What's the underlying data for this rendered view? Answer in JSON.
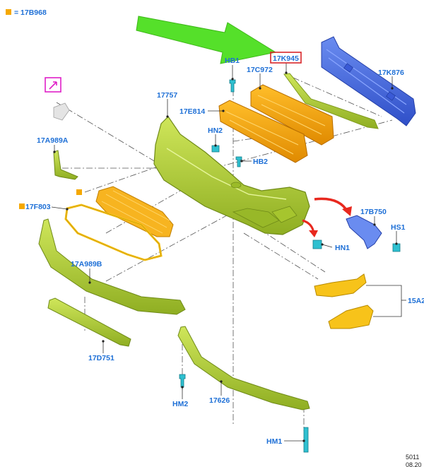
{
  "legend": {
    "swatch_color": "#f5a800",
    "text": "= 17B968"
  },
  "labels": {
    "hb1": "HB1",
    "c972": "17C972",
    "k945": "17K945",
    "k876": "17K876",
    "p17757": "17757",
    "e814": "17E814",
    "hn2": "HN2",
    "hb2": "HB2",
    "a989a": "17A989A",
    "f803": "17F803",
    "b750": "17B750",
    "hs1": "HS1",
    "hn1": "HN1",
    "a989b": "17A989B",
    "a15": "15A2",
    "d751": "17D751",
    "hm2": "HM2",
    "p17626": "17626",
    "hm1": "HM1"
  },
  "corner": {
    "line1": "5011",
    "line2": "08.20"
  },
  "colors": {
    "label_blue": "#1d6fd6",
    "part_green": "#b5d334",
    "part_green_dark": "#7f9a1e",
    "part_orange": "#f5a800",
    "part_yellow": "#f7c31a",
    "part_blue": "#4a6fe0",
    "clip_cyan": "#2fc0d0",
    "arrow_green": "#55e02a",
    "arrow_red": "#e8281e",
    "highlight_red": "#d8262a",
    "highlight_magenta": "#e020c8"
  }
}
